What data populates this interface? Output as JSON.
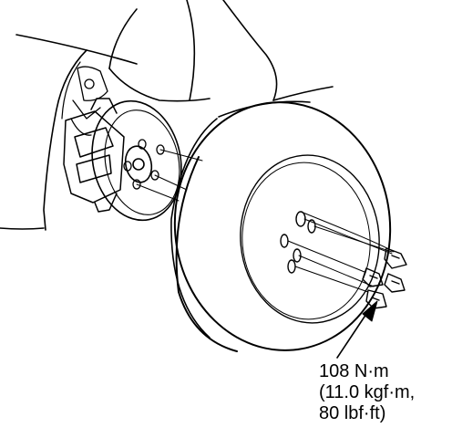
{
  "torque_spec": {
    "line1": "108 N·m",
    "line2": "(11.0 kgf·m,",
    "line3": "80 lbf·ft)"
  },
  "colors": {
    "line": "#000000",
    "background": "#ffffff"
  }
}
